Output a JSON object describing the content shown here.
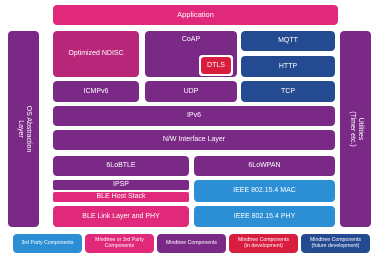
{
  "application": "Application",
  "left_side": {
    "line1": "OS Abstraction",
    "line2": "Layer"
  },
  "right_side": {
    "line1": "Utilities",
    "line2": "(Timer etc.)"
  },
  "optimized_ndisc": "Optimized NDISC",
  "coap": "CoAP",
  "dtls": "DTLS",
  "mqtt": "MQTT",
  "http": "HTTP",
  "icmpv6": "ICMPv6",
  "udp": "UDP",
  "tcp": "TCP",
  "ipv6": "IPv6",
  "nw_interface": "N/W Interface Layer",
  "sixlobtle": "6LoBTLE",
  "sixlowpan": "6LoWPAN",
  "ipsp": "IPSP",
  "ble_host_stack": "BLE Host Stack",
  "ieee_mac": "IEEE 802.15.4 MAC",
  "ble_link_phy": "BLE Link Layer and PHY",
  "ieee_phy": "IEEE 802.15.4 PHY",
  "legend": {
    "third_party": "3rd Party Components",
    "mindtree_third_line1": "Mindtree or 3rd Party",
    "mindtree_third_line2": "Components",
    "mindtree": "Mindtree Components",
    "in_dev_line1": "Mindtree Components",
    "in_dev_line2": "(in development)",
    "future_line1": "Mindtree Components",
    "future_line2": "(future development)"
  },
  "colors": {
    "pink": "#e0297a",
    "magenta": "#b8267a",
    "purple": "#7a2a86",
    "red": "#d81d3e",
    "blue": "#2c8fd6",
    "navy": "#244a92"
  }
}
